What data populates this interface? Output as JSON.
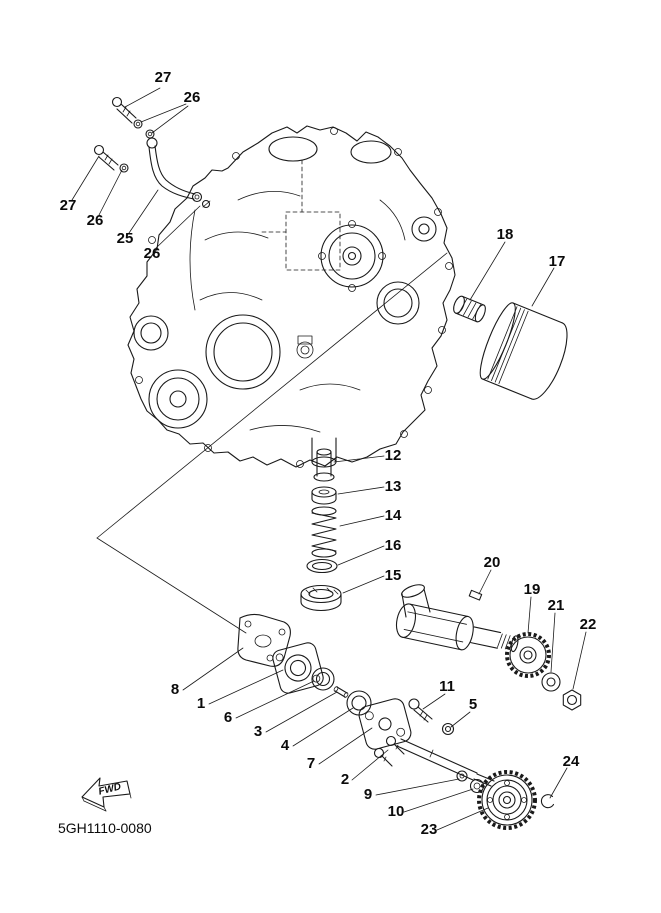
{
  "diagram": {
    "code": "5GH1110-0080",
    "fwd_label": "FWD",
    "callouts": [
      {
        "id": "27-top",
        "n": "27"
      },
      {
        "id": "26-top",
        "n": "26"
      },
      {
        "id": "27-left",
        "n": "27"
      },
      {
        "id": "26-left",
        "n": "26"
      },
      {
        "id": "25",
        "n": "25"
      },
      {
        "id": "26-lower",
        "n": "26"
      },
      {
        "id": "18",
        "n": "18"
      },
      {
        "id": "17",
        "n": "17"
      },
      {
        "id": "12",
        "n": "12"
      },
      {
        "id": "13",
        "n": "13"
      },
      {
        "id": "14",
        "n": "14"
      },
      {
        "id": "16",
        "n": "16"
      },
      {
        "id": "15",
        "n": "15"
      },
      {
        "id": "20",
        "n": "20"
      },
      {
        "id": "19",
        "n": "19"
      },
      {
        "id": "21",
        "n": "21"
      },
      {
        "id": "22",
        "n": "22"
      },
      {
        "id": "8",
        "n": "8"
      },
      {
        "id": "1",
        "n": "1"
      },
      {
        "id": "6",
        "n": "6"
      },
      {
        "id": "3",
        "n": "3"
      },
      {
        "id": "4",
        "n": "4"
      },
      {
        "id": "7",
        "n": "7"
      },
      {
        "id": "11",
        "n": "11"
      },
      {
        "id": "5",
        "n": "5"
      },
      {
        "id": "2",
        "n": "2"
      },
      {
        "id": "9",
        "n": "9"
      },
      {
        "id": "10",
        "n": "10"
      },
      {
        "id": "23",
        "n": "23"
      },
      {
        "id": "24",
        "n": "24"
      }
    ]
  }
}
